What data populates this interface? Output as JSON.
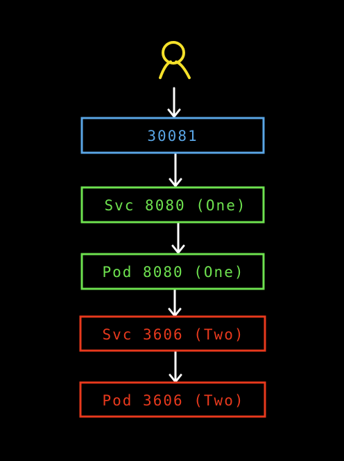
{
  "colors": {
    "background": "#000000",
    "user": "#f5e12a",
    "arrow": "#ffffff",
    "blue": "#5aa6e6",
    "green": "#6ee24f",
    "red": "#e8391d"
  },
  "user": {
    "icon": "person-icon"
  },
  "nodes": [
    {
      "id": "nodeport",
      "label": "30081",
      "color": "#5aa6e6"
    },
    {
      "id": "svc-one",
      "label": "Svc 8080 (One)",
      "color": "#6ee24f"
    },
    {
      "id": "pod-one",
      "label": "Pod 8080 (One)",
      "color": "#6ee24f"
    },
    {
      "id": "svc-two",
      "label": "Svc 3606 (Two)",
      "color": "#e8391d"
    },
    {
      "id": "pod-two",
      "label": "Pod 3606 (Two)",
      "color": "#e8391d"
    }
  ]
}
